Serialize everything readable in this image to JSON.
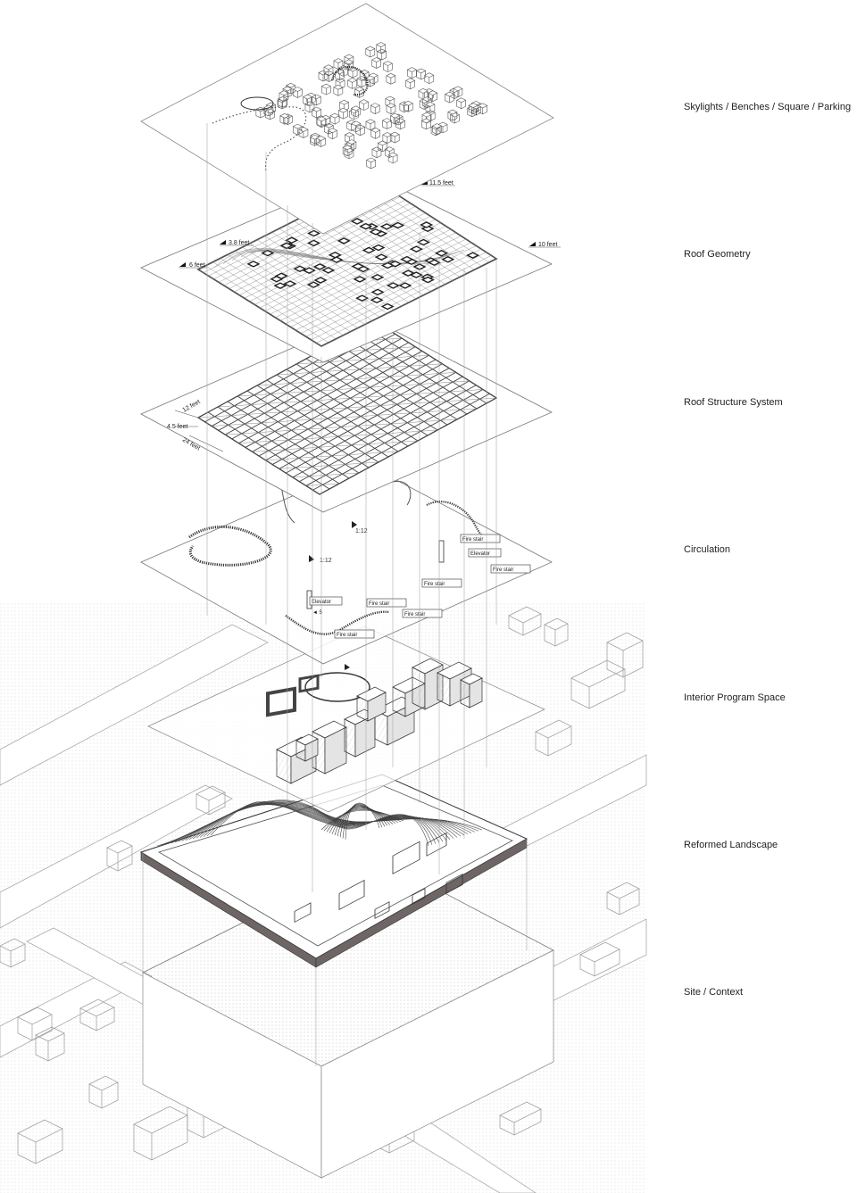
{
  "layers": [
    {
      "id": "skylights",
      "label": "Skylights / Benches / Square / Parking"
    },
    {
      "id": "roof-geometry",
      "label": "Roof Geometry"
    },
    {
      "id": "roof-structure",
      "label": "Roof  Structure System"
    },
    {
      "id": "circulation",
      "label": "Circulation"
    },
    {
      "id": "interior",
      "label": "Interior Program Space"
    },
    {
      "id": "landscape",
      "label": "Reformed Landscape"
    },
    {
      "id": "site",
      "label": "Site / Context"
    }
  ],
  "roof_geometry_heights": [
    "11.5 feet",
    "3.8 feet",
    "6 feet",
    "10 feet"
  ],
  "roof_structure_dims": [
    "12 feet",
    "4.5 feet",
    "24 feet"
  ],
  "circulation_slopes": [
    "1:12",
    "1:12"
  ],
  "circulation_tags": [
    "Fire stair",
    "Elevator",
    "Fire stair",
    "Fire stair",
    "Elevator",
    "Fire stair",
    "Fire stair",
    "Fire stair"
  ],
  "elevator_ref": "◄ 5",
  "colors": {
    "line": "#333333",
    "light": "#9a9a9a",
    "dark": "#6e6565",
    "hatch": "#bbbbbb"
  }
}
